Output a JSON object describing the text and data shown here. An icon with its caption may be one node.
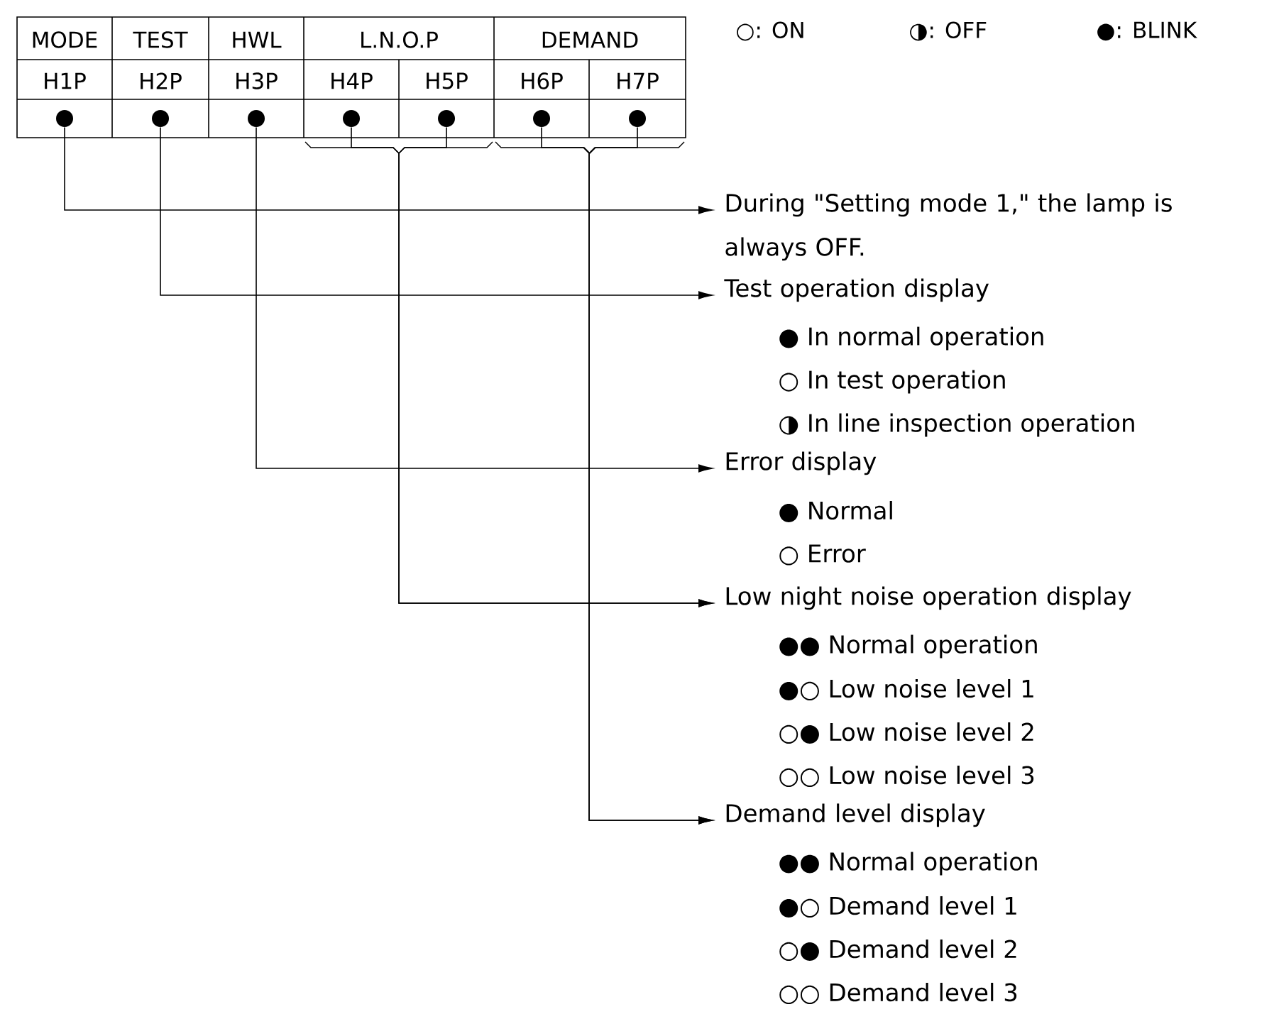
{
  "diagram": {
    "nodes": [
      {
        "text": [],
        "shape": "circle"
      },
      {
        "text": [],
        "shape": "circle"
      },
      {
        "text": [],
        "shape": "circle"
      },
      {
        "text": [],
        "shape": "circle"
      },
      {
        "text": [],
        "shape": "circle"
      },
      {
        "text": [],
        "shape": "circle"
      },
      {
        "text": [],
        "shape": "circle"
      },
      {
        "text": [
          "During \"Setting mode 1,\" the lamp is always OFF."
        ]
      },
      {
        "text": [
          "Test operation display"
        ],
        "beside": [
          "● In normal operation",
          "○ In test operation",
          "◑ In line inspection operation"
        ]
      },
      {
        "text": [
          "Error display"
        ],
        "beside": [
          "● Normal",
          "○ Error"
        ]
      },
      {
        "text": [
          "Low night noise operation display"
        ],
        "beside": [
          "●● Normal operation",
          "●○ Low noise level 1",
          "○● Low noise level 2",
          "○○ Low noise level 3"
        ]
      },
      {
        "text": [
          "Demand level display"
        ],
        "beside": [
          "●● Normal operation",
          "●○ Demand level 1",
          "○● Demand level 2",
          "○○ Demand level 3"
        ]
      }
    ],
    "edges": [
      {
        "from": 0,
        "to": 7,
        "arrow": "to"
      },
      {
        "from": 1,
        "to": 8,
        "arrow": "to"
      },
      {
        "from": 2,
        "to": 9,
        "arrow": "to"
      },
      {
        "from": 3,
        "to": 10,
        "arrow": "to"
      },
      {
        "from": 4,
        "to": 10,
        "arrow": "to"
      },
      {
        "from": 5,
        "to": 11,
        "arrow": "to"
      },
      {
        "from": 6,
        "to": 11,
        "arrow": "to"
      }
    ],
    "labels": [
      "MODE",
      "TEST",
      "HWL",
      "L.N.O.P",
      "DEMAND",
      "H1P",
      "H2P",
      "H3P",
      "H4P",
      "H5P",
      "H6P",
      "H7P",
      "○: ON",
      "◑: OFF",
      "●: BLINK"
    ]
  }
}
